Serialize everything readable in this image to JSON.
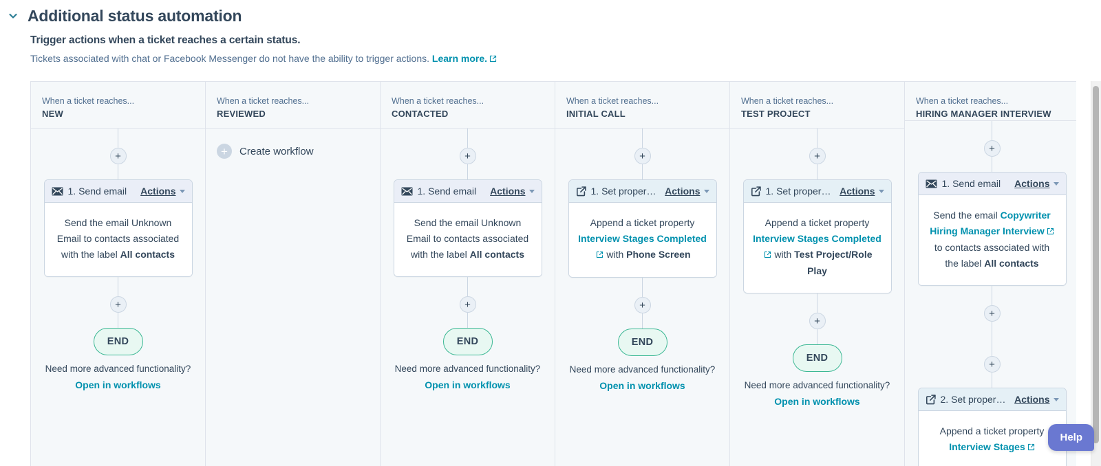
{
  "header": {
    "collapse_icon": "chevron-down-icon",
    "title": "Additional status automation",
    "subtitle": "Trigger actions when a ticket reaches a certain status.",
    "note": "Tickets associated with chat or Facebook Messenger do not have the ability to trigger actions.",
    "learn_more": "Learn more.",
    "external_link_icon": "external-link-icon"
  },
  "common": {
    "column_eyebrow": "When a ticket reaches...",
    "actions_label": "Actions",
    "end_label": "END",
    "footer_note": "Need more advanced functionality?",
    "footer_link": "Open in workflows",
    "add_step_icon": "plus-icon",
    "create_workflow_label": "Create workflow",
    "email_icon": "envelope-icon",
    "setprop_icon": "edit-square-icon",
    "caret_icon": "chevron-down-icon"
  },
  "help": {
    "label": "Help"
  },
  "colors": {
    "link": "#0091ae",
    "email_header": "#eaeef7",
    "setprop_header": "#e5f0f6",
    "end_border": "#3cb894",
    "end_fill": "#e8f8f2",
    "help_bg": "#6a78d1",
    "board_bg": "#f5f8fa"
  },
  "columns": [
    {
      "status": "NEW",
      "empty": false,
      "cards": [
        {
          "index": "1.",
          "type": "email",
          "title": "1. Send email",
          "body_parts": [
            {
              "text": "Send the email Unknown Email to contacts associated with the label ",
              "style": "plain"
            },
            {
              "text": "All contacts",
              "style": "bold"
            }
          ]
        }
      ],
      "has_end": true
    },
    {
      "status": "REVIEWED",
      "empty": true,
      "cards": [],
      "has_end": false
    },
    {
      "status": "CONTACTED",
      "empty": false,
      "cards": [
        {
          "index": "1.",
          "type": "email",
          "title": "1. Send email",
          "body_parts": [
            {
              "text": "Send the email Unknown Email to contacts associated with the label ",
              "style": "plain"
            },
            {
              "text": "All contacts",
              "style": "bold"
            }
          ]
        }
      ],
      "has_end": true
    },
    {
      "status": "INITIAL CALL",
      "empty": false,
      "cards": [
        {
          "index": "1.",
          "type": "setprop",
          "title": "1. Set proper…",
          "body_parts": [
            {
              "text": "Append a ticket property ",
              "style": "plain"
            },
            {
              "text": "Interview Stages Completed",
              "style": "link"
            },
            {
              "text": " with ",
              "style": "plain"
            },
            {
              "text": "Phone Screen",
              "style": "bold"
            }
          ]
        }
      ],
      "has_end": true
    },
    {
      "status": "TEST PROJECT",
      "empty": false,
      "cards": [
        {
          "index": "1.",
          "type": "setprop",
          "title": "1. Set proper…",
          "body_parts": [
            {
              "text": "Append a ticket property ",
              "style": "plain"
            },
            {
              "text": "Interview Stages Completed",
              "style": "link"
            },
            {
              "text": " with ",
              "style": "plain"
            },
            {
              "text": "Test Project/Role Play",
              "style": "bold"
            }
          ]
        }
      ],
      "has_end": true
    },
    {
      "status": "HIRING MANAGER INTERVIEW",
      "empty": false,
      "cards": [
        {
          "index": "1.",
          "type": "email",
          "title": "1. Send email",
          "body_parts": [
            {
              "text": "Send the email ",
              "style": "plain"
            },
            {
              "text": "Copywriter Hiring Manager Interview",
              "style": "link"
            },
            {
              "text": " to contacts associated with the label ",
              "style": "plain"
            },
            {
              "text": "All contacts",
              "style": "bold"
            }
          ]
        },
        {
          "index": "2.",
          "type": "setprop",
          "title": "2. Set proper…",
          "body_parts": [
            {
              "text": "Append a ticket property ",
              "style": "plain"
            },
            {
              "text": "Interview Stages",
              "style": "link"
            }
          ]
        }
      ],
      "has_end": false
    }
  ]
}
